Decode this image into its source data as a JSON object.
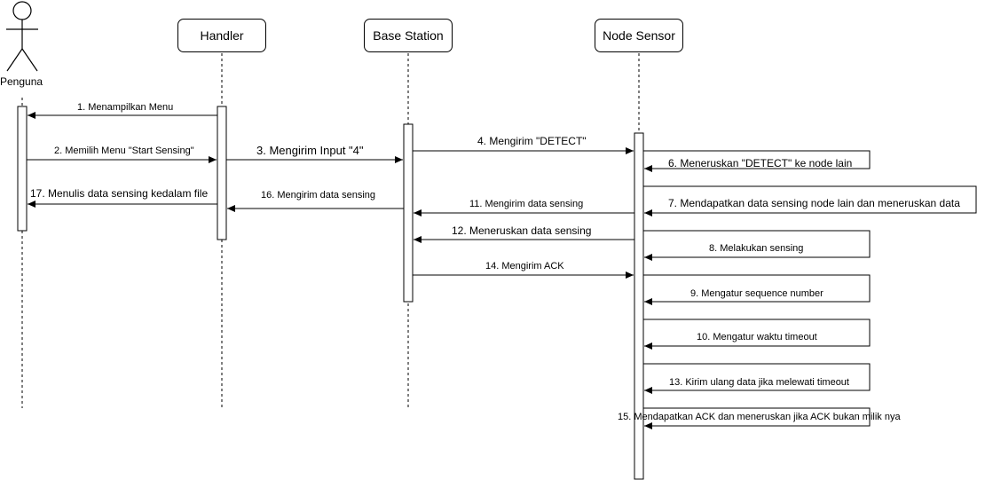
{
  "participants": {
    "user": "Penguna",
    "handler": "Handler",
    "base": "Base Station",
    "node": "Node Sensor"
  },
  "messages": {
    "m1": "1. Menampilkan Menu",
    "m2": "2. Memilih Menu \"Start Sensing\"",
    "m3": "3. Mengirim Input  \"4\"",
    "m4": "4. Mengirim \"DETECT\"",
    "m6": "6. Meneruskan \"DETECT\" ke node lain",
    "m7": "7. Mendapatkan data sensing node lain dan meneruskan data",
    "m8": "8. Melakukan sensing",
    "m9": "9. Mengatur sequence number",
    "m10": "10. Mengatur waktu timeout",
    "m11": "11. Mengirim data sensing",
    "m12": "12. Meneruskan data sensing",
    "m13": "13. Kirim ulang data jika melewati timeout",
    "m14": "14. Mengirim ACK",
    "m15": "15. Mendapatkan ACK dan meneruskan jika ACK bukan milik nya",
    "m16": "16. Mengirim data sensing",
    "m17": "17. Menulis data sensing kedalam file"
  },
  "colors": {
    "line": "#000000",
    "background": "#ffffff"
  }
}
